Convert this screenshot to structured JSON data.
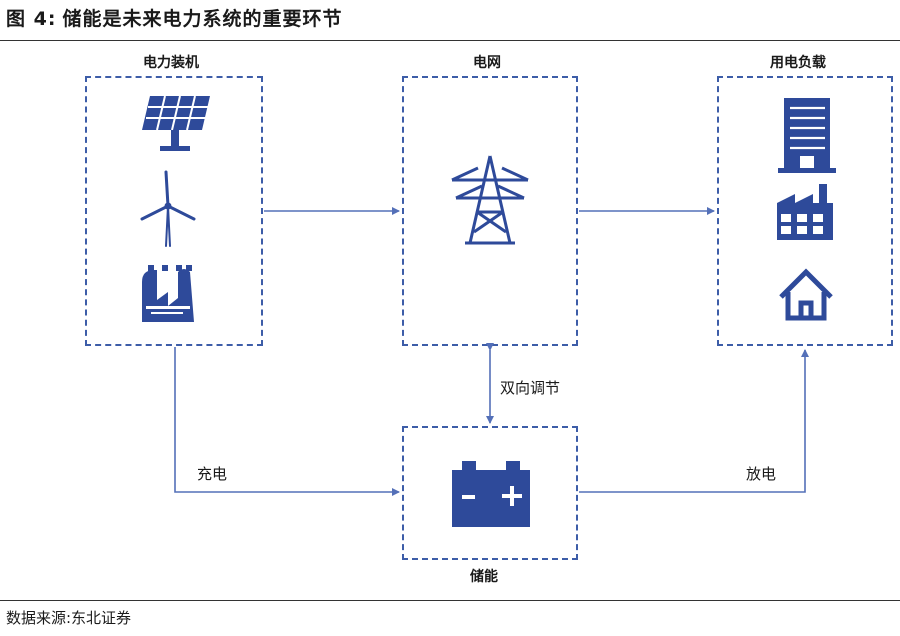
{
  "figure": {
    "number_label": "图 4:",
    "title": "储能是未来电力系统的重要环节"
  },
  "nodes": {
    "generation": {
      "label": "电力装机",
      "icons": [
        "solar-panel-icon",
        "wind-turbine-icon",
        "power-plant-icon"
      ]
    },
    "grid": {
      "label": "电网",
      "icons": [
        "transmission-tower-icon"
      ]
    },
    "load": {
      "label": "用电负载",
      "icons": [
        "office-building-icon",
        "factory-icon",
        "house-icon"
      ]
    },
    "storage": {
      "label": "储能",
      "icons": [
        "battery-icon"
      ]
    }
  },
  "edges": {
    "bidirectional": "双向调节",
    "charge": "充电",
    "discharge": "放电"
  },
  "footer": {
    "source": "数据来源:东北证券"
  },
  "colors": {
    "accent": "#2e4a9a",
    "border": "#3d5da8",
    "line": "#5470b8"
  }
}
